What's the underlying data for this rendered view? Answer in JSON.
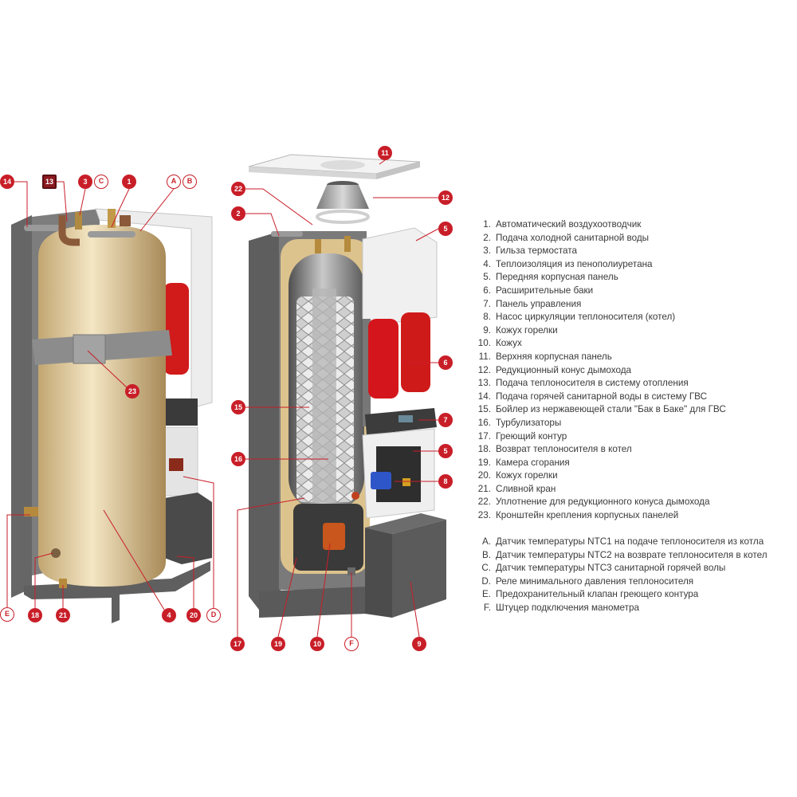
{
  "colors": {
    "callout": "#c81e28",
    "legend_text": "#3a3a3a"
  },
  "callouts_left": [
    "14",
    "13",
    "3",
    "C",
    "1",
    "A",
    "B",
    "23",
    "E",
    "18",
    "21",
    "4",
    "20",
    "D"
  ],
  "callouts_right": [
    "11",
    "22",
    "12",
    "2",
    "5",
    "15",
    "6",
    "7",
    "5",
    "16",
    "8",
    "17",
    "19",
    "10",
    "F",
    "9"
  ],
  "legend": {
    "numbered": [
      {
        "num": "1.",
        "text": "Автоматический воздухоотводчик"
      },
      {
        "num": "2.",
        "text": "Подача холодной санитарной воды"
      },
      {
        "num": "3.",
        "text": "Гильза термостата"
      },
      {
        "num": "4.",
        "text": "Теплоизоляция из пенополиуретана"
      },
      {
        "num": "5.",
        "text": "Передняя корпусная панель"
      },
      {
        "num": "6.",
        "text": "Расширительные баки"
      },
      {
        "num": "7.",
        "text": "Панель управления"
      },
      {
        "num": "8.",
        "text": "Насос циркуляции теплоносителя (котел)"
      },
      {
        "num": "9.",
        "text": "Кожух горелки"
      },
      {
        "num": "10.",
        "text": "Кожух"
      },
      {
        "num": "11.",
        "text": "Верхняя корпусная панель"
      },
      {
        "num": "12.",
        "text": "Редукционный конус дымохода"
      },
      {
        "num": "13.",
        "text": "Подача теплоносителя в систему отопления"
      },
      {
        "num": "14.",
        "text": "Подача горячей санитарной воды в систему ГВС"
      },
      {
        "num": "15.",
        "text": "Бойлер из нержавеющей стали \"Бак в Баке\" для ГВС"
      },
      {
        "num": "16.",
        "text": "Турбулизаторы"
      },
      {
        "num": "17.",
        "text": "Греющий контур"
      },
      {
        "num": "18.",
        "text": "Возврат теплоносителя в котел"
      },
      {
        "num": "19.",
        "text": "Камера сгорания"
      },
      {
        "num": "20.",
        "text": "Кожух горелки"
      },
      {
        "num": "21.",
        "text": "Сливной кран"
      },
      {
        "num": "22.",
        "text": "Уплотнение для редукционного конуса дымохода"
      },
      {
        "num": "23.",
        "text": "Кронштейн крепления корпусных панелей"
      }
    ],
    "lettered": [
      {
        "num": "A.",
        "text": "Датчик температуры NTC1 на подаче теплоносителя из котла"
      },
      {
        "num": "B.",
        "text": "Датчик температуры NTC2 на возврате теплоносителя в котел"
      },
      {
        "num": "C.",
        "text": "Датчик температуры NTC3 санитарной горячей волы"
      },
      {
        "num": "D.",
        "text": "Реле минимального давления теплоносителя"
      },
      {
        "num": "E.",
        "text": "Предохранительный клапан греющего контура"
      },
      {
        "num": "F.",
        "text": "Штуцер подключения манометра"
      }
    ]
  }
}
